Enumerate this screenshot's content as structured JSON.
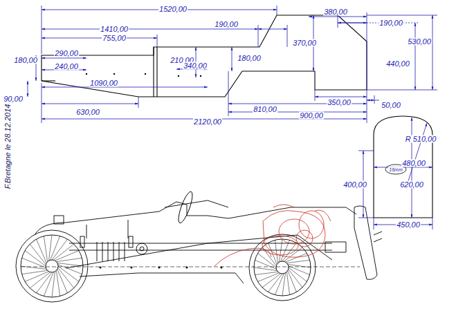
{
  "diagram": {
    "labels": [
      "1520,00",
      "380,00",
      "1410,00",
      "190,00",
      "190,00",
      "755,00",
      "530,00",
      "370,00",
      "440,00",
      "180,00",
      "290,00",
      "240,00",
      "210,00",
      "340,00",
      "180,00",
      "1090,00",
      "90,00",
      "630,00",
      "810,00",
      "350,00",
      "50,00",
      "900,00",
      "2120,00",
      "R 510,00",
      "16mm",
      "480,00",
      "400,00",
      "620,00",
      "450,00",
      "F.Bretagne le 28.12.2014"
    ]
  }
}
